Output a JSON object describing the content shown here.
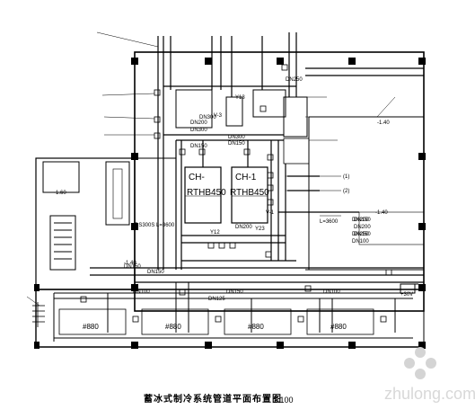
{
  "drawing": {
    "title": "蓄冰式制冷系统管道平面布置图",
    "scale": "1:100",
    "watermark": "zhulong.com"
  },
  "chillers": [
    {
      "tag": "CH-",
      "model": "RTHB450"
    },
    {
      "tag": "CH-1",
      "model": "RTHB450"
    }
  ],
  "ice_tanks": [
    {
      "label": "#880"
    },
    {
      "label": "#880"
    },
    {
      "label": "#880"
    },
    {
      "label": "#880"
    }
  ],
  "pipe_sizes": {
    "dn250_top": "DN250",
    "dn300_a": "DN300",
    "dn300_b": "DN300",
    "dn200_a": "DN200",
    "dn200_b": "DN200",
    "dn200_c": "DN200",
    "dn150_mid": "DN150",
    "dn150_a": "DN150",
    "dn150_b": "DN150",
    "dn150_c": "DN150",
    "dn100_a": "DN100",
    "dn100_b": "DN100",
    "dn125": "DN125",
    "dn100_c": "DN100",
    "dn150_right1": "DN150",
    "dn150_right2": "DN150",
    "dn250_right": "DN250",
    "dn200_right": "DN200",
    "dn300_left": "DN300",
    "dn150_left": "DN150"
  },
  "elevations": {
    "e1": "-1.40",
    "e2": "-1.40",
    "e3": "-1.60",
    "e4": "-1.40"
  },
  "valves": {
    "v1": "V-3",
    "v2": "V-1",
    "v3": "Y13",
    "v4": "Y12",
    "v5": "Y23"
  },
  "misc": {
    "length_note": "L=3600",
    "pump_note": "DS300S L=3600",
    "size_note": "+30V",
    "tag_1": "(1)",
    "tag_2": "(2)"
  }
}
